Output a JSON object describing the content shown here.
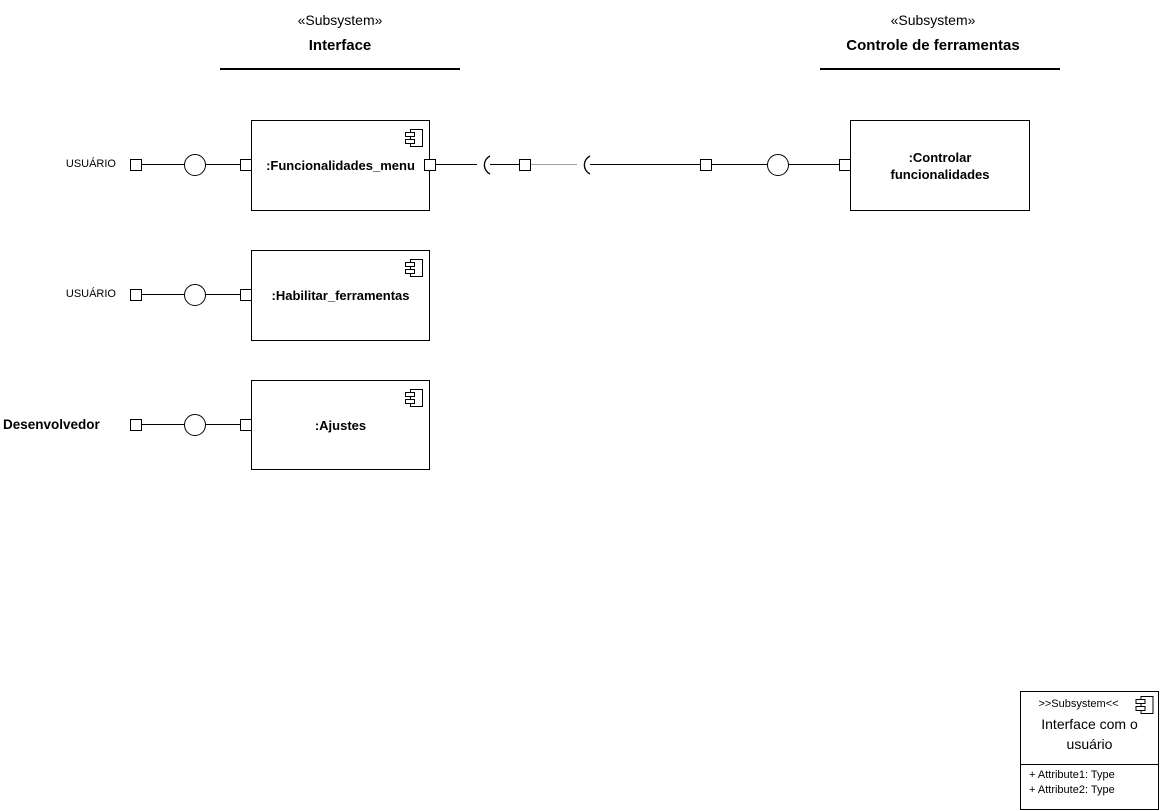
{
  "subsystem_headers": [
    {
      "stereotype": "«Subsystem»",
      "name": "Interface"
    },
    {
      "stereotype": "«Subsystem»",
      "name": "Controle de ferramentas"
    }
  ],
  "rows": [
    {
      "actor": "USUÁRIO",
      "component": ":Funcionalidades_menu"
    },
    {
      "actor": "USUÁRIO",
      "component": ":Habilitar_ferramentas"
    },
    {
      "actor": "Desenvolvedor",
      "component": ":Ajustes"
    }
  ],
  "right_component": {
    "name": ":Controlar funcionalidades"
  },
  "class_box": {
    "stereotype": ">>Subsystem<<",
    "title": "Interface com o usuário",
    "attributes": [
      "+ Attribute1: Type",
      "+ Attribute2: Type"
    ]
  },
  "colors": {
    "line": "#000000",
    "muted_line": "#a0a0a0",
    "background": "#ffffff"
  }
}
